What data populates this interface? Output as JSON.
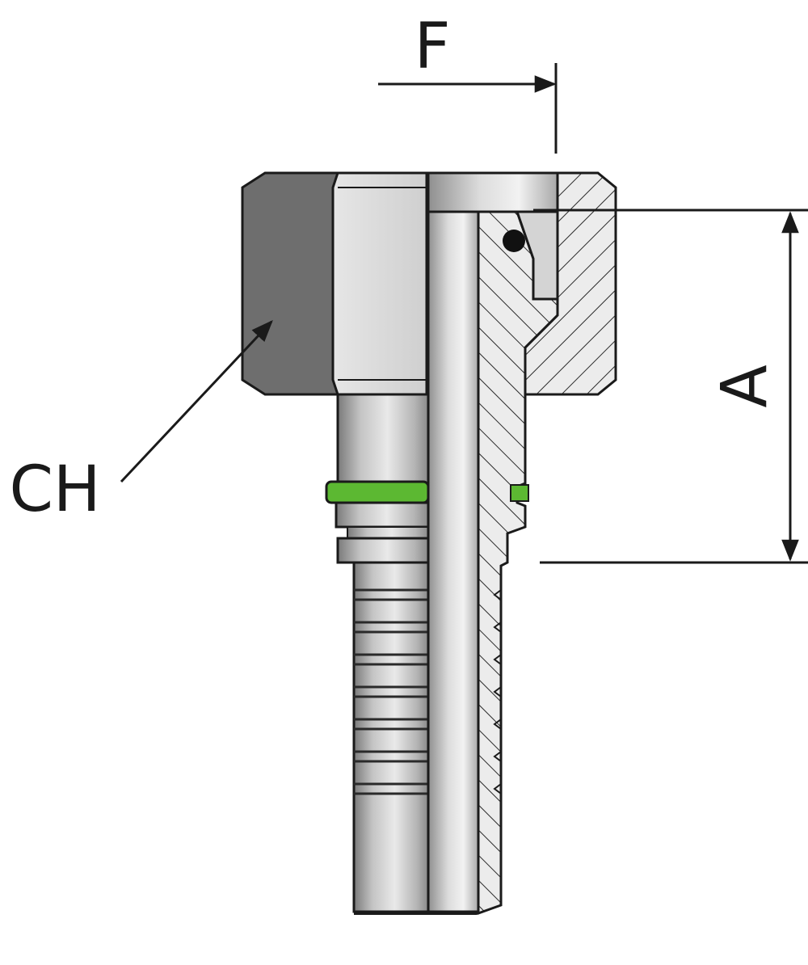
{
  "labels": {
    "f": "F",
    "a": "A",
    "ch": "CH"
  },
  "colors": {
    "background": "#ffffff",
    "line": "#1a1a1a",
    "metal_light": "#d8d8d8",
    "metal_mid": "#a9a9a9",
    "metal_dark": "#6f6f6f",
    "section_fill": "#e6e6e6",
    "o_ring": "#5cb832"
  }
}
